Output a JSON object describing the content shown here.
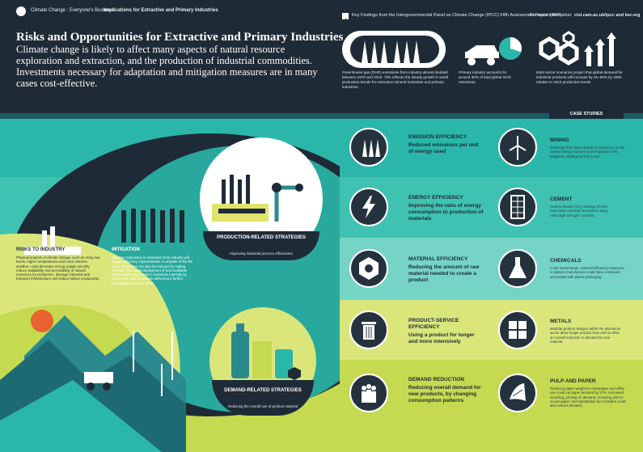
{
  "header": {
    "brand": "Climate Change : Everyone's Business",
    "section": "Implications for Extractive and Primary Industries"
  },
  "title": "Risks and Opportunities for Extractive and Primary Industries",
  "subtitle": "Climate change is likely to affect many aspects of natural resource exploration and extraction, and the production of industrial commodities. Investments necessary for adaptation and mitigation measures are in many cases cost-effective.",
  "key_findings": {
    "label": "Key Findings from the Intergovernmental Panel on Climate Change (IPCC) Fifth Assessment Report (AR5)",
    "more_info": "For more information:",
    "links": "cisl.cam.ac.uk/ipcc and bsr.org"
  },
  "stats": [
    {
      "text": "Greenhouse gas (GHG) emissions from industry almost doubled between 1970 and 2010. This reflects the steady growth in world production trends for extractive mineral industries and primary industries."
    },
    {
      "text": "Primary industry accounts for around 30% of total global GHG emissions."
    },
    {
      "text": "Most sector scenarios project that global demand for industrial products will increase by 45–60% by 2050 relative to 2010 production levels."
    }
  ],
  "pie": {
    "percent": 30
  },
  "case_studies_label": "CASE STUDIES",
  "rows": [
    {
      "head": "EMISSION EFFICIENCY",
      "sub": "Reduced emissions per unit of energy used",
      "case_head": "MINING",
      "case_text": "Switching from diesel-powered machinery to low carbon energy sources is an important GHG mitigation strategy for this sector.",
      "color": "#2ab7a9"
    },
    {
      "head": "ENERGY EFFICIENCY",
      "sub": "Improving the ratio of energy consumption to production of materials",
      "case_head": "CEMENT",
      "case_text": "Carbon dioxide (CO₂) savings of 40% have been reported on projects using 'Ultra high strength' concrete.",
      "color": "#3fc2b1"
    },
    {
      "head": "MATERIAL EFFICIENCY",
      "sub": "Reducing the amount of raw material needed to create a product",
      "case_head": "CHEMICALS",
      "case_text": "In the Netherlands, material efficiency measures in plastics manufacture could halve emissions associated with plastic packaging.",
      "color": "#6fd3c5"
    },
    {
      "head": "PRODUCT-SERVICE EFFICIENCY",
      "sub": "Using a product for longer and more intensively",
      "case_head": "METALS",
      "case_text": "Modular product designs within the aluminium sector allow longer product lives and so drive an overall reduction in demand for new material.",
      "color": "#dbe67a"
    },
    {
      "head": "DEMAND REDUCTION",
      "sub": "Reducing overall demand for new products, by changing consumption patterns",
      "case_head": "PULP AND PAPER",
      "case_text": "Reducing paper weight for newspaper and office use could cut paper demand by 37%. Increased recycling, printing on demand, removing print to re-use paper, and substitution by e-readers could also reduce demand.",
      "color": "#c5d951"
    }
  ],
  "risks": {
    "head": "RISKS TO INDUSTRY",
    "text": "Physical impacts of climate change, such as rising sea levels, higher temperatures and more extreme weather, could decrease energy supply security, reduce availability and accessibility of natural resources for production, damage industrial and transport infrastructure and reduce labour productivity."
  },
  "mitigation": {
    "head": "MITIGATION",
    "text": "Absolute reductions in emissions from industry will require efficiency improvements in all parts of the life cycle. Emissions can also be reduced by cutting demand. The broad deployment of best available technologies could reduce emissions intensity by about 25%, with innovation delivering a further potential reduction of 20%."
  },
  "production": {
    "head": "PRODUCTION-RELATED STRATEGIES",
    "sub": "Improving industrial process efficiencies"
  },
  "demand": {
    "head": "DEMAND-RELATED STRATEGIES",
    "sub": "Reducing the overall use of product material"
  }
}
